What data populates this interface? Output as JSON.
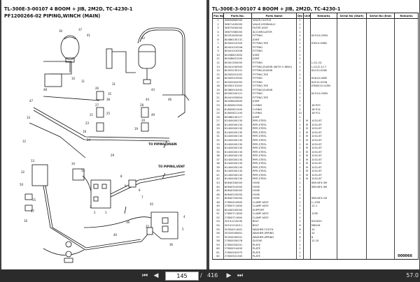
{
  "left_page": {
    "title_line1": "TL-300E-3-00107 4 BOOM + JIB, 2M2D, TC-4230-1",
    "title_line2": "PF1200266-02 PIPING,WINCH (MAIN)",
    "diagram_labels": {
      "to_piping_drain": "TO PIPING,DRAIN",
      "to_piping_vent": "TO PIPING,VENT",
      "callouts": [
        "30",
        "37",
        "41",
        "42",
        "10",
        "11",
        "48",
        "31",
        "35",
        "43",
        "46",
        "38",
        "44",
        "26",
        "27",
        "21",
        "25",
        "28",
        "49",
        "20",
        "19",
        "23",
        "18",
        "24",
        "47",
        "33",
        "12",
        "29",
        "34",
        "13",
        "32",
        "14",
        "8",
        "9",
        "6",
        "7",
        "50",
        "3",
        "2",
        "1",
        "15",
        "17",
        "16",
        "45",
        "39",
        "40",
        "22",
        "36",
        "4",
        "5"
      ]
    }
  },
  "right_page": {
    "title": "TL-300E-3-00107 4 BOOM + JIB, 2M2D, TC-4230-1",
    "headers": [
      "Pos No.",
      "Parts No.",
      "Parts Name",
      "Qty",
      "Unit",
      "Remarks",
      "Serial No (Start)",
      "Serial No (End)",
      "Remarks"
    ],
    "rows": [
      [
        "1",
        "36634860000",
        "VALVE,CLUTCH",
        "1",
        "",
        "",
        "",
        "",
        ""
      ],
      [
        "2",
        "36671400000",
        "VALVE,HYDRAULIC",
        "1",
        "",
        "",
        "",
        "",
        ""
      ],
      [
        "3",
        "36673400000",
        "FILTER ASSY",
        "1",
        "",
        "",
        "",
        "",
        ""
      ],
      [
        "4",
        "36673360000",
        "ACCUMULATOR",
        "1",
        "",
        "",
        "",
        "",
        ""
      ],
      [
        "5",
        "80331620000",
        "FITTING",
        "1",
        "",
        "KCO10-035N",
        "",
        "",
        ""
      ],
      [
        "6",
        "80466100131",
        "JOINT",
        "1",
        "",
        "",
        "",
        "",
        ""
      ],
      [
        "7",
        "80300010300",
        "FITTING,TEE",
        "1",
        "",
        "KTA10-006N",
        "",
        "",
        ""
      ],
      [
        "8",
        "80441010506",
        "FITTING",
        "1",
        "",
        "",
        "",
        "",
        ""
      ],
      [
        "9",
        "80441010506",
        "FITTING",
        "1",
        "",
        "",
        "",
        "",
        ""
      ],
      [
        "10",
        "80438621600",
        "JOINT",
        "1",
        "",
        "",
        "",
        "",
        ""
      ],
      [
        "11",
        "80438631200",
        "JOINT",
        "1",
        "",
        "",
        "",
        "",
        ""
      ],
      [
        "12",
        "80301350000",
        "FITTING",
        "1",
        "",
        "L-G1-G1",
        "",
        "",
        ""
      ],
      [
        "13",
        "80441030900",
        "FITTING,ELBOW (WITH O-RING)",
        "1",
        "",
        "L-G1/2-12.7",
        "",
        "",
        ""
      ],
      [
        "14",
        "80303130101",
        "FITTING,ELBOW",
        "1",
        "",
        "KLO10-026E",
        "",
        "",
        ""
      ],
      [
        "15",
        "80300051002",
        "FITTING,TEE",
        "1",
        "",
        "",
        "",
        "",
        ""
      ],
      [
        "16",
        "80300010900",
        "FITTING",
        "1",
        "",
        "KUA10-080E",
        "",
        "",
        ""
      ],
      [
        "17",
        "80332002050",
        "FITTING",
        "1",
        "",
        "KUF10-025N",
        "",
        "",
        ""
      ],
      [
        "18",
        "80300131002",
        "FITTING,TEE",
        "1",
        "",
        "KTN0510-025N",
        "",
        "",
        ""
      ],
      [
        "19",
        "80380010400",
        "FITTING,ELBOW",
        "1",
        "",
        "",
        "",
        "",
        ""
      ],
      [
        "20",
        "80300200121",
        "FITTING",
        "1",
        "",
        "KCO10-030N",
        "",
        "",
        ""
      ],
      [
        "21",
        "80441050604",
        "FITTING,TEE",
        "1",
        "",
        "",
        "",
        "",
        ""
      ],
      [
        "22",
        "80436620600",
        "JOINT",
        "1",
        "",
        "",
        "",
        "",
        ""
      ],
      [
        "23",
        "81800821900",
        "O-RING",
        "2",
        "",
        "1B P29",
        "",
        "",
        ""
      ],
      [
        "24",
        "81800821400",
        "O-RING",
        "2",
        "",
        "1B P14",
        "",
        "",
        ""
      ],
      [
        "25",
        "81800821100",
        "O-RING",
        "10",
        "",
        "1B P11",
        "",
        "",
        ""
      ],
      [
        "26",
        "80466140127",
        "JOINT",
        "1",
        "",
        "",
        "",
        "",
        ""
      ],
      [
        "27",
        "81400000130",
        "PIPE,STEEL",
        "1",
        "M",
        "1031.8T",
        "",
        "",
        ""
      ],
      [
        "28",
        "81400000130",
        "PIPE,STEEL",
        "1",
        "M",
        "1031.8T",
        "",
        "",
        ""
      ],
      [
        "29",
        "81400000130",
        "PIPE,STEEL",
        "1",
        "M",
        "1031.8T",
        "",
        "",
        ""
      ],
      [
        "30",
        "81400000130",
        "PIPE,STEEL",
        "1",
        "M",
        "1031.8T",
        "",
        "",
        ""
      ],
      [
        "31",
        "81400000130",
        "PIPE,STEEL",
        "1",
        "M",
        "1031.8T",
        "",
        "",
        ""
      ],
      [
        "32",
        "81400000130",
        "PIPE,STEEL",
        "1",
        "M",
        "1031.8T",
        "",
        "",
        ""
      ],
      [
        "33",
        "81400000130",
        "PIPE,STEEL",
        "1",
        "M",
        "1031.8T",
        "",
        "",
        ""
      ],
      [
        "34",
        "81400000130",
        "PIPE,STEEL",
        "1",
        "M",
        "1031.8T",
        "",
        "",
        ""
      ],
      [
        "35",
        "81400000130",
        "PIPE,STEEL",
        "1",
        "M",
        "1031.8T",
        "",
        "",
        ""
      ],
      [
        "36",
        "81400000130",
        "PIPE,STEEL",
        "1",
        "M",
        "1031.8T",
        "",
        "",
        ""
      ],
      [
        "37",
        "81400000130",
        "PIPE,STEEL",
        "1",
        "M",
        "1031.8T",
        "",
        "",
        ""
      ],
      [
        "38",
        "81400000130",
        "PIPE,STEEL",
        "1",
        "M",
        "1031.8T",
        "",
        "",
        ""
      ],
      [
        "39",
        "81400000130",
        "PIPE,STEEL",
        "1",
        "M",
        "1031.8T",
        "",
        "",
        ""
      ],
      [
        "40",
        "81400000130",
        "PIPE,STEEL",
        "1",
        "M",
        "1031.8T",
        "",
        "",
        ""
      ],
      [
        "41",
        "81400000130",
        "PIPE,STEEL",
        "1",
        "M",
        "1031.8T",
        "",
        "",
        ""
      ],
      [
        "42",
        "81400000130",
        "PIPE,STEEL",
        "1",
        "M",
        "1031.8T",
        "",
        "",
        ""
      ],
      [
        "43",
        "80640340000",
        "HOSE",
        "1",
        "",
        "SB9-NFX.3M",
        "",
        "",
        ""
      ],
      [
        "44",
        "80640310000",
        "HOSE",
        "1",
        "",
        "SB9-NFX.3M",
        "",
        "",
        ""
      ],
      [
        "45",
        "80640350000",
        "HOSE",
        "1",
        "",
        "",
        "",
        "",
        ""
      ],
      [
        "46",
        "80640220000",
        "HOSE",
        "1",
        "",
        "",
        "",
        "",
        ""
      ],
      [
        "47",
        "80640700000",
        "HOSE",
        "1",
        "",
        "SB9-NFX.1M",
        "",
        "",
        ""
      ],
      [
        "48",
        "27800410600",
        "CLAMP ASSY",
        "1",
        "",
        "L=338",
        "",
        "",
        ""
      ],
      [
        "49",
        "27800711600",
        "CLAMP ASSY",
        "1",
        "",
        "12-1",
        "",
        "",
        ""
      ],
      [
        "50",
        "80440200000",
        "SUPPORT",
        "1",
        "",
        "",
        "",
        "",
        ""
      ],
      [
        "51",
        "27800711600",
        "CLAMP ASSY",
        "1",
        "",
        "12SE",
        "",
        "",
        ""
      ],
      [
        "52",
        "27800711600",
        "CLAMP ASSY",
        "1",
        "",
        "",
        "",
        "",
        ""
      ],
      [
        "53",
        "50101210030",
        "BOLT",
        "2",
        "",
        "M10X20",
        "",
        "",
        ""
      ],
      [
        "54",
        "50101210011",
        "BOLT",
        "6",
        "",
        "M8X16",
        "",
        "",
        ""
      ],
      [
        "55",
        "50304011601",
        "WASHER,TOOTH",
        "6",
        "",
        "10",
        "",
        "",
        ""
      ],
      [
        "56",
        "50320040601",
        "WASHER,SPRING",
        "2",
        "",
        "10",
        "",
        "",
        ""
      ],
      [
        "57",
        "50320040501",
        "WASHER,SPRING",
        "6",
        "",
        "8",
        "",
        "",
        ""
      ],
      [
        "58",
        "27800050078",
        "SLEEVE",
        "1",
        "",
        "12-10",
        "",
        "",
        ""
      ],
      [
        "59",
        "27800050201",
        "PLATE",
        "1",
        "",
        "",
        "",
        "",
        ""
      ],
      [
        "60",
        "27800014400",
        "PLATE",
        "1",
        "",
        "",
        "",
        "",
        ""
      ],
      [
        "61",
        "27800502970",
        "PLATE",
        "1",
        "",
        "",
        "",
        "",
        ""
      ],
      [
        "62",
        "27800501300",
        "PLATE",
        "1",
        "",
        "",
        "",
        "",
        ""
      ]
    ],
    "page_code": "000066"
  },
  "toolbar": {
    "current_page": "145",
    "separator": "/",
    "total_pages": "416",
    "zoom": "57.0"
  }
}
